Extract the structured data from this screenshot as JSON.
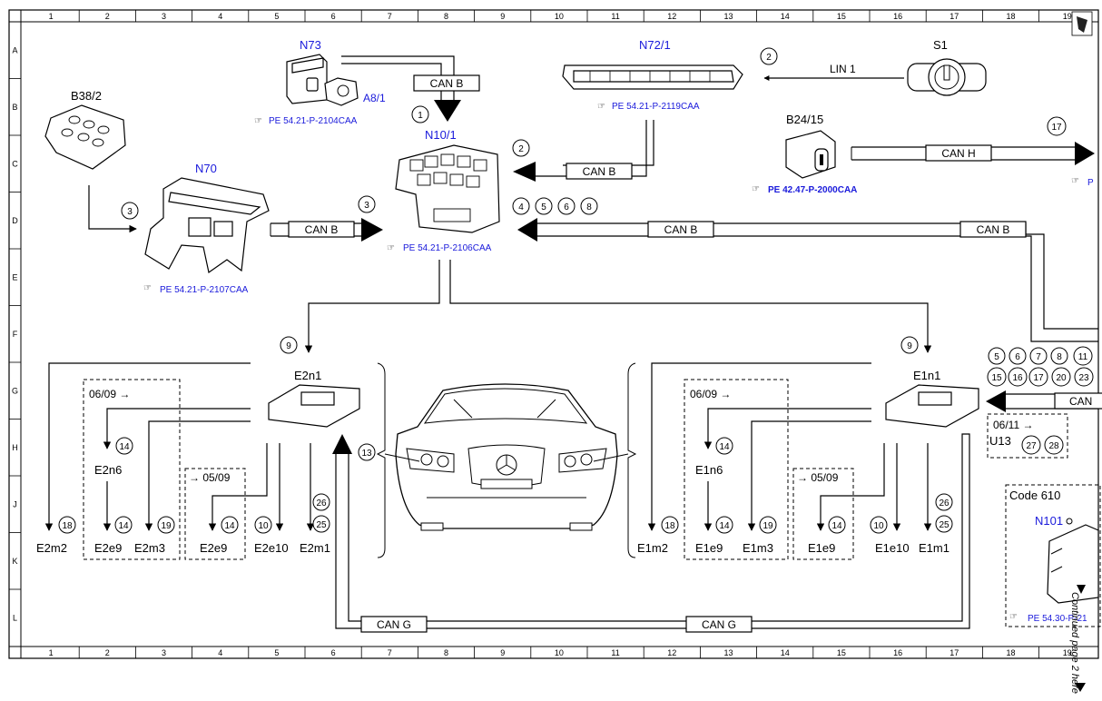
{
  "grid": {
    "cols": [
      "1",
      "2",
      "3",
      "4",
      "5",
      "6",
      "7",
      "8",
      "9",
      "10",
      "11",
      "12",
      "13",
      "14",
      "15",
      "16",
      "17",
      "18",
      "19"
    ],
    "rows": [
      "A",
      "B",
      "C",
      "D",
      "E",
      "F",
      "G",
      "H",
      "J",
      "K",
      "L"
    ]
  },
  "components": {
    "n73": "N73",
    "a8_1": "A8/1",
    "n72_1": "N72/1",
    "s1": "S1",
    "b38_2": "B38/2",
    "n10_1": "N10/1",
    "n70": "N70",
    "b24_15": "B24/15",
    "e2n1": "E2n1",
    "e1n1": "E1n1",
    "e2n6": "E2n6",
    "e1n6": "E1n6",
    "e2m2": "E2m2",
    "e2e9a": "E2e9",
    "e2m3": "E2m3",
    "e2e9b": "E2e9",
    "e2e10": "E2e10",
    "e2m1": "E2m1",
    "e1m2": "E1m2",
    "e1e9a": "E1e9",
    "e1m3": "E1m3",
    "e1e9b": "E1e9",
    "e1e10": "E1e10",
    "e1m1": "E1m1",
    "u13": "U13",
    "code610": "Code 610",
    "n101": "N101"
  },
  "refs": {
    "n73": "PE 54.21-P-2104CAA",
    "n72_1": "PE 54.21-P-2119CAA",
    "b24_15": "PE 42.47-P-2000CAA",
    "n10_1": "PE 54.21-P-2106CAA",
    "n70": "PE 54.21-P-2107CAA",
    "right_edge": "P",
    "n101": "PE 54.30-P-21"
  },
  "buses": {
    "n73": "CAN B",
    "n72_1": "CAN B",
    "lin": "LIN 1",
    "b24": "CAN H",
    "n70": "CAN B",
    "d_mid": "CAN B",
    "d_right": "CAN B",
    "e1n1": "CAN",
    "can_g_left": "CAN G",
    "can_g_right": "CAN G"
  },
  "notes": {
    "g_left": "06/09 →",
    "h_left": "→ 05/09",
    "g_right": "06/09 →",
    "h_right": "→ 05/09",
    "u13": "06/11 →"
  },
  "numbers": {
    "n73": "1",
    "lin": "2",
    "n10_left": "2",
    "b38": "3",
    "n70": "3",
    "d1": "4",
    "d2": "5",
    "d3": "6",
    "d4": "8",
    "b24": "17",
    "e2n1": "9",
    "e1n1": "9",
    "car": "13",
    "e2n6": "14",
    "e2m2": "18",
    "e2e9a": "14",
    "e2m3": "19",
    "e2e9b": "14",
    "e2e10": "10",
    "e2m1a": "26",
    "e2m1b": "25",
    "e1n6": "14",
    "e1m2": "18",
    "e1e9a": "14",
    "e1m3": "19",
    "e1e9b": "14",
    "e1e10": "10",
    "e1m1a": "26",
    "e1m1b": "25",
    "r1": [
      "5",
      "6",
      "7",
      "8",
      "11"
    ],
    "r2": [
      "15",
      "16",
      "17",
      "20",
      "23"
    ],
    "u13": [
      "27",
      "28"
    ]
  },
  "footer": {
    "continue": "Continued page 2 here"
  },
  "colors": {
    "line": "#000000",
    "label_blue": "#1a1adb",
    "background": "#ffffff"
  }
}
